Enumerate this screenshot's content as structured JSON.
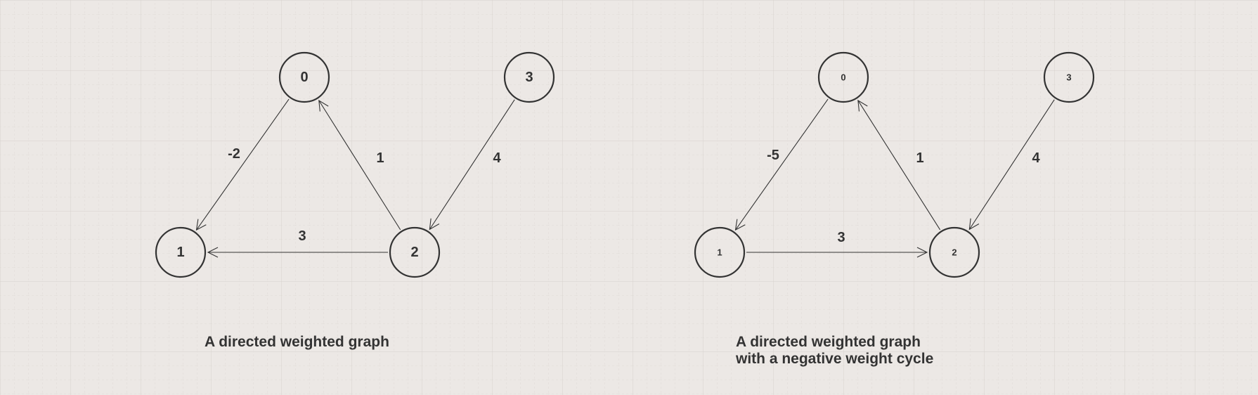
{
  "colors": {
    "background": "#ece8e5",
    "grid": "#dcd7d3",
    "stroke": "#333333"
  },
  "graphs": [
    {
      "caption": "A directed weighted graph",
      "nodes": [
        {
          "id": "0"
        },
        {
          "id": "1"
        },
        {
          "id": "2"
        },
        {
          "id": "3"
        }
      ],
      "edges": [
        {
          "from": "0",
          "to": "1",
          "weight": "-2"
        },
        {
          "from": "2",
          "to": "0",
          "weight": "1"
        },
        {
          "from": "3",
          "to": "2",
          "weight": "4"
        },
        {
          "from": "2",
          "to": "1",
          "weight": "3"
        }
      ]
    },
    {
      "caption": "A directed weighted graph\nwith a negative weight cycle",
      "nodes": [
        {
          "id": "0"
        },
        {
          "id": "1"
        },
        {
          "id": "2"
        },
        {
          "id": "3"
        }
      ],
      "edges": [
        {
          "from": "0",
          "to": "1",
          "weight": "-5"
        },
        {
          "from": "2",
          "to": "0",
          "weight": "1"
        },
        {
          "from": "3",
          "to": "2",
          "weight": "4"
        },
        {
          "from": "1",
          "to": "2",
          "weight": "3"
        }
      ]
    }
  ]
}
